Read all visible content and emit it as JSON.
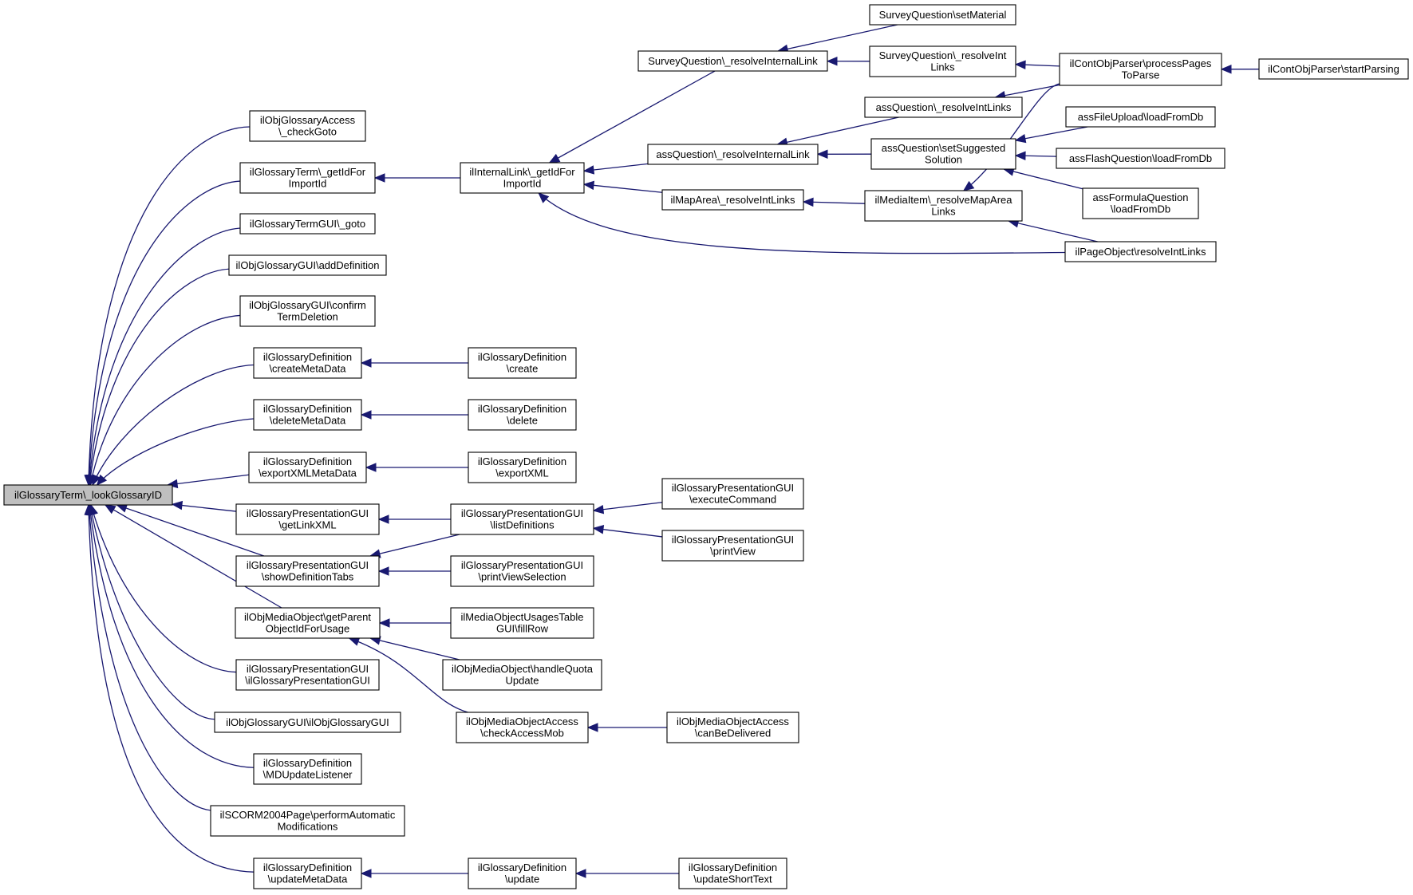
{
  "graph": {
    "root_label": "ilGlossaryTerm\\_lookGlossaryID",
    "colors": {
      "edge": "#191970",
      "root_fill": "#bfbfbf",
      "node_fill": "#ffffff",
      "border": "#000000"
    },
    "nodes": [
      {
        "id": "root",
        "lines": [
          "ilGlossaryTerm\\_lookGlossaryID"
        ]
      },
      {
        "id": "n_checkgoto",
        "lines": [
          "ilObjGlossaryAccess",
          "\\_checkGoto"
        ]
      },
      {
        "id": "n_gt_getid",
        "lines": [
          "ilGlossaryTerm\\_getIdFor",
          "ImportId"
        ]
      },
      {
        "id": "n_gtgui_goto",
        "lines": [
          "ilGlossaryTermGUI\\_goto"
        ]
      },
      {
        "id": "n_adddef",
        "lines": [
          "ilObjGlossaryGUI\\addDefinition"
        ]
      },
      {
        "id": "n_confirm",
        "lines": [
          "ilObjGlossaryGUI\\confirm",
          "TermDeletion"
        ]
      },
      {
        "id": "n_createmeta",
        "lines": [
          "ilGlossaryDefinition",
          "\\createMetaData"
        ]
      },
      {
        "id": "n_deletemeta",
        "lines": [
          "ilGlossaryDefinition",
          "\\deleteMetaData"
        ]
      },
      {
        "id": "n_exportmeta",
        "lines": [
          "ilGlossaryDefinition",
          "\\exportXMLMetaData"
        ]
      },
      {
        "id": "n_getlinkxml",
        "lines": [
          "ilGlossaryPresentationGUI",
          "\\getLinkXML"
        ]
      },
      {
        "id": "n_showdef",
        "lines": [
          "ilGlossaryPresentationGUI",
          "\\showDefinitionTabs"
        ]
      },
      {
        "id": "n_getparent",
        "lines": [
          "ilObjMediaObject\\getParent",
          "ObjectIdForUsage"
        ]
      },
      {
        "id": "n_gpgui_ctor",
        "lines": [
          "ilGlossaryPresentationGUI",
          "\\ilGlossaryPresentationGUI"
        ]
      },
      {
        "id": "n_ogg_ctor",
        "lines": [
          "ilObjGlossaryGUI\\ilObjGlossaryGUI"
        ]
      },
      {
        "id": "n_mdupdate",
        "lines": [
          "ilGlossaryDefinition",
          "\\MDUpdateListener"
        ]
      },
      {
        "id": "n_scorm",
        "lines": [
          "ilSCORM2004Page\\performAutomatic",
          "Modifications"
        ]
      },
      {
        "id": "n_updatemeta",
        "lines": [
          "ilGlossaryDefinition",
          "\\updateMetaData"
        ]
      },
      {
        "id": "n_il_getid",
        "lines": [
          "ilInternalLink\\_getIdFor",
          "ImportId"
        ]
      },
      {
        "id": "n_create",
        "lines": [
          "ilGlossaryDefinition",
          "\\create"
        ]
      },
      {
        "id": "n_delete",
        "lines": [
          "ilGlossaryDefinition",
          "\\delete"
        ]
      },
      {
        "id": "n_exportxml",
        "lines": [
          "ilGlossaryDefinition",
          "\\exportXML"
        ]
      },
      {
        "id": "n_listdef",
        "lines": [
          "ilGlossaryPresentationGUI",
          "\\listDefinitions"
        ]
      },
      {
        "id": "n_printviewsel",
        "lines": [
          "ilGlossaryPresentationGUI",
          "\\printViewSelection"
        ]
      },
      {
        "id": "n_fillrow",
        "lines": [
          "ilMediaObjectUsagesTable",
          "GUI\\fillRow"
        ]
      },
      {
        "id": "n_handlequota",
        "lines": [
          "ilObjMediaObject\\handleQuota",
          "Update"
        ]
      },
      {
        "id": "n_checkaccessmob",
        "lines": [
          "ilObjMediaObjectAccess",
          "\\checkAccessMob"
        ]
      },
      {
        "id": "n_update",
        "lines": [
          "ilGlossaryDefinition",
          "\\update"
        ]
      },
      {
        "id": "n_sq_resolveil",
        "lines": [
          "SurveyQuestion\\_resolveInternalLink"
        ]
      },
      {
        "id": "n_aq_resolveil",
        "lines": [
          "assQuestion\\_resolveInternalLink"
        ]
      },
      {
        "id": "n_maparea",
        "lines": [
          "ilMapArea\\_resolveIntLinks"
        ]
      },
      {
        "id": "n_execcmd",
        "lines": [
          "ilGlossaryPresentationGUI",
          "\\executeCommand"
        ]
      },
      {
        "id": "n_printview",
        "lines": [
          "ilGlossaryPresentationGUI",
          "\\printView"
        ]
      },
      {
        "id": "n_canbedelivered",
        "lines": [
          "ilObjMediaObjectAccess",
          "\\canBeDelivered"
        ]
      },
      {
        "id": "n_updateshort",
        "lines": [
          "ilGlossaryDefinition",
          "\\updateShortText"
        ]
      },
      {
        "id": "n_setmaterial",
        "lines": [
          "SurveyQuestion\\setMaterial"
        ]
      },
      {
        "id": "n_sq_resolveint",
        "lines": [
          "SurveyQuestion\\_resolveInt",
          "Links"
        ]
      },
      {
        "id": "n_aq_resolveint",
        "lines": [
          "assQuestion\\_resolveIntLinks"
        ]
      },
      {
        "id": "n_setsuggested",
        "lines": [
          "assQuestion\\setSuggested",
          "Solution"
        ]
      },
      {
        "id": "n_mediaitem",
        "lines": [
          "ilMediaItem\\_resolveMapArea",
          "Links"
        ]
      },
      {
        "id": "n_processpages",
        "lines": [
          "ilContObjParser\\processPages",
          "ToParse"
        ]
      },
      {
        "id": "n_fileupload",
        "lines": [
          "assFileUpload\\loadFromDb"
        ]
      },
      {
        "id": "n_flash",
        "lines": [
          "assFlashQuestion\\loadFromDb"
        ]
      },
      {
        "id": "n_formula",
        "lines": [
          "assFormulaQuestion",
          "\\loadFromDb"
        ]
      },
      {
        "id": "n_pageobject",
        "lines": [
          "ilPageObject\\resolveIntLinks"
        ]
      },
      {
        "id": "n_startparsing",
        "lines": [
          "ilContObjParser\\startParsing"
        ]
      }
    ],
    "edges": [
      [
        "n_checkgoto",
        "root"
      ],
      [
        "n_gt_getid",
        "root"
      ],
      [
        "n_gtgui_goto",
        "root"
      ],
      [
        "n_adddef",
        "root"
      ],
      [
        "n_confirm",
        "root"
      ],
      [
        "n_createmeta",
        "root"
      ],
      [
        "n_deletemeta",
        "root"
      ],
      [
        "n_exportmeta",
        "root"
      ],
      [
        "n_getlinkxml",
        "root"
      ],
      [
        "n_showdef",
        "root"
      ],
      [
        "n_getparent",
        "root"
      ],
      [
        "n_gpgui_ctor",
        "root"
      ],
      [
        "n_ogg_ctor",
        "root"
      ],
      [
        "n_mdupdate",
        "root"
      ],
      [
        "n_scorm",
        "root"
      ],
      [
        "n_updatemeta",
        "root"
      ],
      [
        "n_il_getid",
        "n_gt_getid"
      ],
      [
        "n_create",
        "n_createmeta"
      ],
      [
        "n_delete",
        "n_deletemeta"
      ],
      [
        "n_exportxml",
        "n_exportmeta"
      ],
      [
        "n_listdef",
        "n_getlinkxml"
      ],
      [
        "n_listdef",
        "n_showdef"
      ],
      [
        "n_printviewsel",
        "n_showdef"
      ],
      [
        "n_fillrow",
        "n_getparent"
      ],
      [
        "n_handlequota",
        "n_getparent"
      ],
      [
        "n_checkaccessmob",
        "n_getparent"
      ],
      [
        "n_update",
        "n_updatemeta"
      ],
      [
        "n_sq_resolveil",
        "n_il_getid"
      ],
      [
        "n_aq_resolveil",
        "n_il_getid"
      ],
      [
        "n_maparea",
        "n_il_getid"
      ],
      [
        "n_pageobject",
        "n_il_getid"
      ],
      [
        "n_execcmd",
        "n_listdef"
      ],
      [
        "n_printview",
        "n_listdef"
      ],
      [
        "n_canbedelivered",
        "n_checkaccessmob"
      ],
      [
        "n_updateshort",
        "n_update"
      ],
      [
        "n_setmaterial",
        "n_sq_resolveil"
      ],
      [
        "n_sq_resolveint",
        "n_sq_resolveil"
      ],
      [
        "n_aq_resolveint",
        "n_aq_resolveil"
      ],
      [
        "n_setsuggested",
        "n_aq_resolveil"
      ],
      [
        "n_mediaitem",
        "n_maparea"
      ],
      [
        "n_processpages",
        "n_sq_resolveint"
      ],
      [
        "n_processpages",
        "n_aq_resolveint"
      ],
      [
        "n_fileupload",
        "n_setsuggested"
      ],
      [
        "n_flash",
        "n_setsuggested"
      ],
      [
        "n_formula",
        "n_setsuggested"
      ],
      [
        "n_processpages",
        "n_mediaitem"
      ],
      [
        "n_pageobject",
        "n_mediaitem"
      ],
      [
        "n_startparsing",
        "n_processpages"
      ]
    ]
  }
}
